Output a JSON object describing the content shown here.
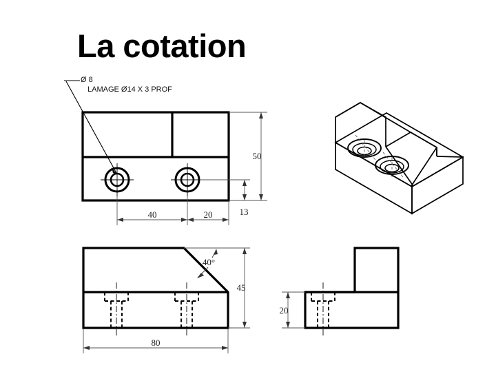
{
  "slide": {
    "title": "La cotation",
    "background_color": "#ffffff",
    "line_color": "#000000",
    "dimension_color": "#555555"
  },
  "annotations": {
    "hole_callout_diameter": "Ø 8",
    "hole_callout_counterbore": "LAMAGE Ø14 X 3 PROF"
  },
  "views": {
    "top_view": {
      "name": "top-view",
      "dimensions": {
        "hole_spacing_left": "40",
        "hole_to_edge_right": "20",
        "overall_depth": "50",
        "hole_offset_bottom": "13"
      }
    },
    "front_view": {
      "name": "front-view",
      "dimensions": {
        "overall_length": "80",
        "overall_height": "45",
        "chamfer_angle": "40°"
      }
    },
    "side_view": {
      "name": "side-view",
      "dimensions": {
        "base_height": "20"
      }
    },
    "isometric_view": {
      "name": "isometric-view"
    }
  },
  "chart_data": {
    "type": "table",
    "title": "La cotation",
    "categories": [
      "40",
      "20",
      "50",
      "13",
      "80",
      "45",
      "40°",
      "20"
    ],
    "values": [
      40,
      20,
      50,
      13,
      80,
      45,
      40,
      20
    ]
  }
}
